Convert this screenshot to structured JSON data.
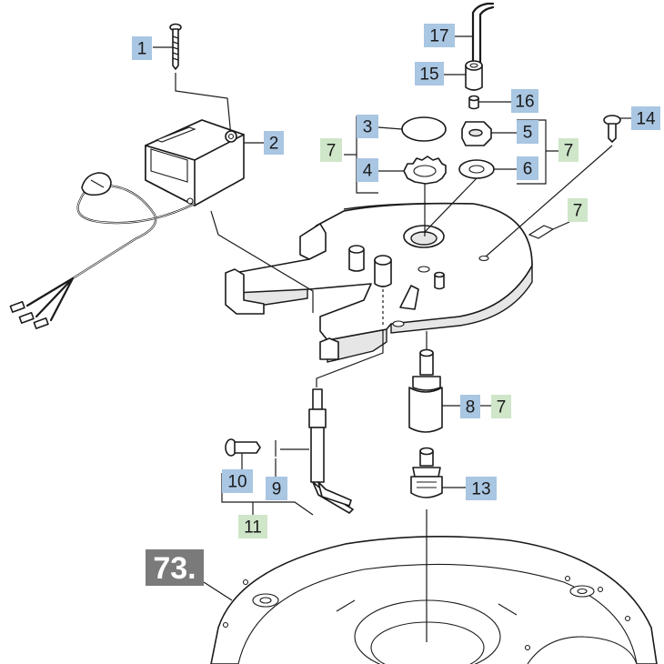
{
  "colors": {
    "part_box": "#a9c6e2",
    "assembly_box": "#cfe6c9",
    "section_box": "#7a7a7a",
    "line": "#1a1a1a"
  },
  "section": {
    "label": "73."
  },
  "callouts": [
    {
      "label": "1",
      "kind": "part"
    },
    {
      "label": "2",
      "kind": "part"
    },
    {
      "label": "3",
      "kind": "part"
    },
    {
      "label": "4",
      "kind": "part"
    },
    {
      "label": "5",
      "kind": "part"
    },
    {
      "label": "6",
      "kind": "part"
    },
    {
      "label": "7",
      "kind": "assembly"
    },
    {
      "label": "7",
      "kind": "assembly"
    },
    {
      "label": "7",
      "kind": "assembly"
    },
    {
      "label": "7",
      "kind": "assembly"
    },
    {
      "label": "8",
      "kind": "part"
    },
    {
      "label": "9",
      "kind": "part"
    },
    {
      "label": "10",
      "kind": "part"
    },
    {
      "label": "11",
      "kind": "assembly"
    },
    {
      "label": "13",
      "kind": "part"
    },
    {
      "label": "14",
      "kind": "part"
    },
    {
      "label": "15",
      "kind": "part"
    },
    {
      "label": "16",
      "kind": "part"
    },
    {
      "label": "17",
      "kind": "part"
    }
  ]
}
